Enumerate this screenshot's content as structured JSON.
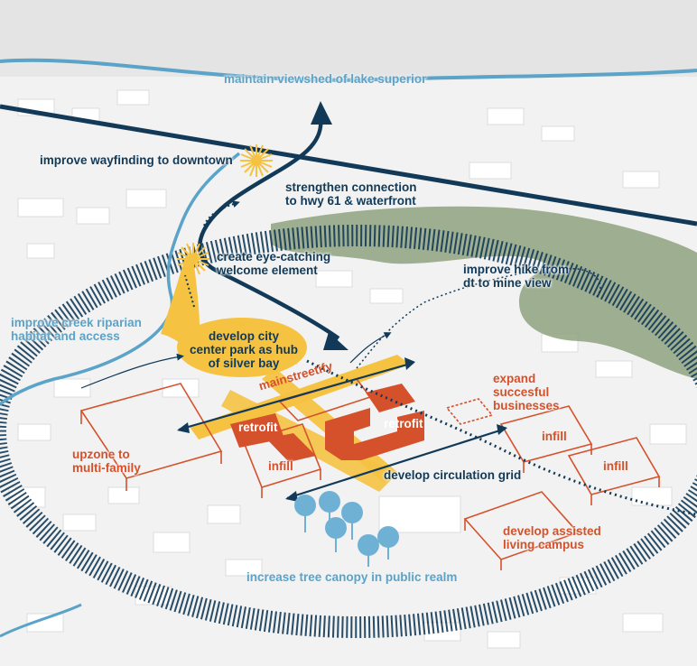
{
  "labels": {
    "lake_viewshed": "maintain viewshed of lake superior",
    "wayfinding": "improve wayfinding to downtown",
    "hwy_connection_l1": "strengthen connection",
    "hwy_connection_l2": "to hwy 61 & waterfront",
    "welcome_l1": "create eye-catching",
    "welcome_l2": "welcome element",
    "hike_l1": "improve hike from",
    "hike_l2": "dt to mine view",
    "creek_l1": "improve creek riparian",
    "creek_l2": "habitat and access",
    "park_l1": "develop city",
    "park_l2": "center park as hub",
    "park_l3": "of silver bay",
    "mainstreetify": "mainstreetify",
    "expand_l1": "expand",
    "expand_l2": "succesful",
    "expand_l3": "businesses",
    "retrofit_left": "retrofit",
    "retrofit_right": "retrofit",
    "infill_left": "infill",
    "infill_right_1": "infill",
    "infill_right_2": "infill",
    "upzone_l1": "upzone to",
    "upzone_l2": "multi-family",
    "circulation": "develop circulation grid",
    "assisted_l1": "develop assisted",
    "assisted_l2": "living campus",
    "tree_canopy": "increase tree canopy in public realm"
  },
  "colors": {
    "navy": "#123a58",
    "light_blue": "#5ba3c9",
    "yellow": "#f5c242",
    "orange_red": "#d5512b",
    "green": "#8fa27f",
    "tree_blue": "#6fb1d4"
  }
}
